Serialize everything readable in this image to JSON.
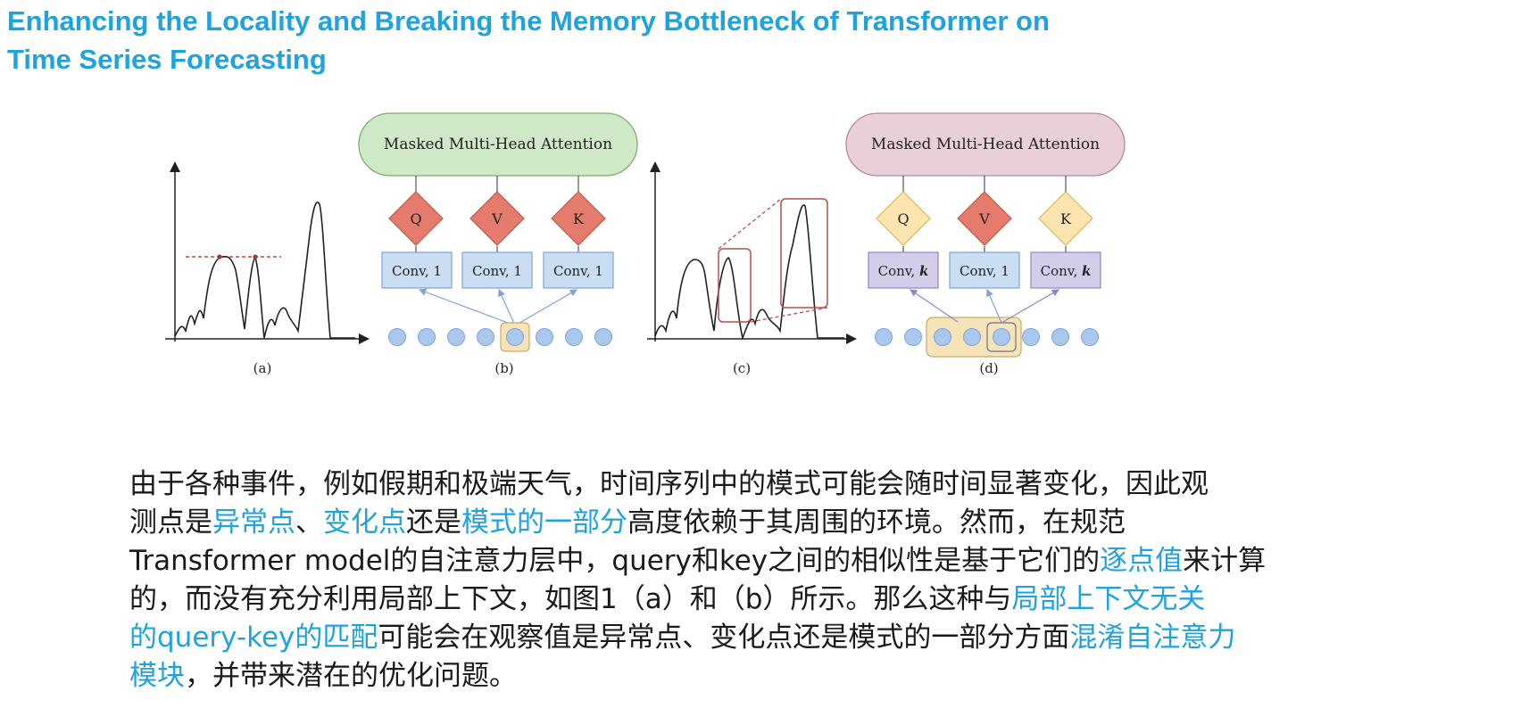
{
  "slide": {
    "title_line1": "Enhancing the Locality and Breaking the Memory Bottleneck of Transformer on",
    "title_line2": "Time Series Forecasting"
  },
  "figure": {
    "panel_b": {
      "attention_label": "Masked Multi-Head Attention",
      "q_label": "Q",
      "v_label": "V",
      "k_label": "K",
      "conv_q": "Conv, 1",
      "conv_v": "Conv, 1",
      "conv_k": "Conv, 1"
    },
    "panel_d": {
      "attention_label": "Masked Multi-Head Attention",
      "q_label": "Q",
      "v_label": "V",
      "k_label": "K",
      "conv_q_prefix": "Conv, ",
      "conv_q_k": "k",
      "conv_v": "Conv, 1",
      "conv_k_prefix": "Conv, ",
      "conv_k_k": "k"
    },
    "captions": {
      "a": "(a)",
      "b": "(b)",
      "c": "(c)",
      "d": "(d)"
    },
    "colors": {
      "attention_b": "#cfe8c8",
      "attention_d": "#e8cfd9",
      "diamond_red": "#e47b6c",
      "diamond_yellow": "#fde4b1",
      "conv_blue": "#c9def3",
      "conv_purple": "#d4cdea",
      "dot_blue": "#aac8ee",
      "highlight_tan": "#f6e4b8"
    }
  },
  "body": {
    "line1": "由于各种事件，例如假期和极端天气，时间序列中的模式可能会随时间显著变化，因此观",
    "line2_a": "测点是",
    "line2_hl1": "异常点",
    "line2_b": "、",
    "line2_hl2": "变化点",
    "line2_c": "还是",
    "line2_hl3": "模式的一部分",
    "line2_d": "高度依赖于其周围的环境。然而，在规范",
    "line3_a": "Transformer model的自注意力层中，query和key之间的相似性是基于它们的",
    "line3_hl": "逐点值",
    "line3_b": "来计算",
    "line4_a": "的，而没有充分利用局部上下文，如图1（a）和（b）所示。那么这种与",
    "line4_hl": "局部上下文无关",
    "line5_hl": "的query-key的匹配",
    "line5_a": "可能会在观察值是异常点、变化点还是模式的一部分方面",
    "line5_hl2": "混淆自注意力",
    "line6_hl": "模块",
    "line6_a": "，并带来潜在的优化问题。"
  }
}
